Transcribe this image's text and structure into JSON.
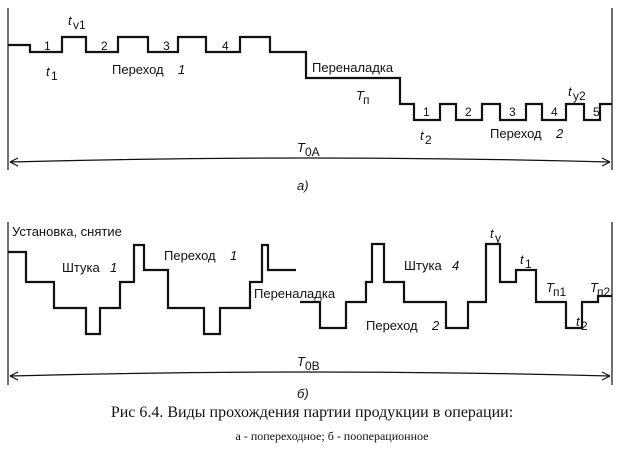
{
  "diagram_a": {
    "step_labels": [
      "1",
      "2",
      "3",
      "4"
    ],
    "step_labels_2": [
      "1",
      "2",
      "3",
      "4",
      "5"
    ],
    "t1": "t",
    "t1_sub": "1",
    "tv1": "t",
    "tv1_sub": "v1",
    "transition1": "Переход",
    "transition1_num": "1",
    "changeover": "Переналадка",
    "tp": "T",
    "tp_sub": "п",
    "t2": "t",
    "t2_sub": "2",
    "ty2": "t",
    "ty2_sub": "y2",
    "transition2": "Переход",
    "transition2_num": "2",
    "total": "T",
    "total_sub": "0A",
    "caption": "а)"
  },
  "diagram_b": {
    "setup": "Установка, снятие",
    "piece1": "Штука",
    "piece1_num": "1",
    "transition1": "Переход",
    "transition1_num": "1",
    "changeover": "Переналадка",
    "ty": "t",
    "ty_sub": "y",
    "piece4": "Штука",
    "piece4_num": "4",
    "t1": "t",
    "t1_sub": "1",
    "tp1": "T",
    "tp1_sub": "п1",
    "transition2": "Переход",
    "transition2_num": "2",
    "t2": "t",
    "t2_sub": "2",
    "tp2": "T",
    "tp2_sub": "п2",
    "total": "T",
    "total_sub": "0B",
    "caption": "б)"
  },
  "caption": {
    "main": "Рис 6.4. Виды прохождения партии продукции в операции:",
    "sub": "а - попереходное; б - пооперационное"
  }
}
